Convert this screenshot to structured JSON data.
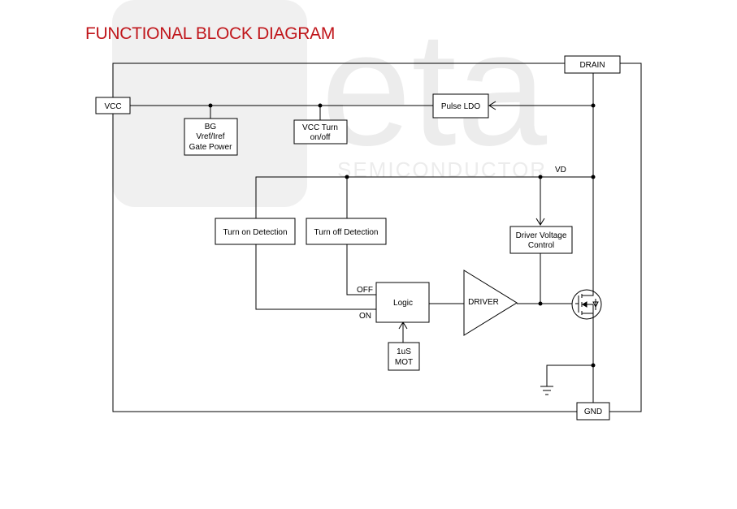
{
  "title": "FUNCTIONAL BLOCK DIAGRAM",
  "watermark": {
    "logo_text": "eta",
    "sub_text": "SEMICONDUCTOR",
    "color": "#ececec"
  },
  "pins": {
    "vcc": "VCC",
    "drain": "DRAIN",
    "gnd": "GND"
  },
  "blocks": {
    "pulse_ldo": "Pulse LDO",
    "bg": [
      "BG",
      "Vref/Iref",
      "Gate Power"
    ],
    "vcc_turn": [
      "VCC Turn",
      "on/off"
    ],
    "turn_on": "Turn on Detection",
    "turn_off": "Turn off Detection",
    "driver_voltage": [
      "Driver Voltage",
      "Control"
    ],
    "logic": "Logic",
    "driver": "DRIVER",
    "mot": [
      "1uS",
      "MOT"
    ]
  },
  "labels": {
    "vd": "VD",
    "off": "OFF",
    "on": "ON"
  },
  "colors": {
    "title": "#c0161b",
    "line": "#000000"
  }
}
